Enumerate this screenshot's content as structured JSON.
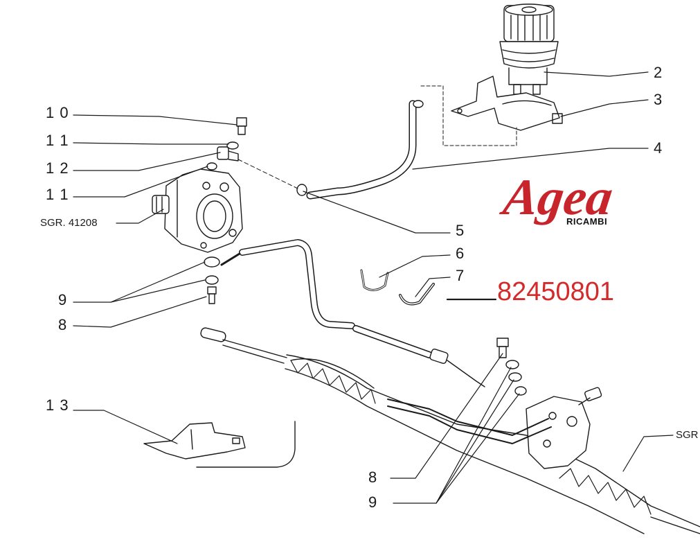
{
  "callouts": {
    "c10": "1 0",
    "c11a": "1 1",
    "c12": "1 2",
    "c11b": "1 1",
    "sgr41208": "SGR. 41208",
    "c9a": "9",
    "c8a": "8",
    "c13": "1 3",
    "c2": "2",
    "c3": "3",
    "c4": "4",
    "c5": "5",
    "c6": "6",
    "c7": "7",
    "c8b": "8",
    "c9b": "9",
    "sgr": "SGR"
  },
  "part_number": "82450801",
  "logo": {
    "name": "Agea",
    "tagline": "RICAMBI"
  },
  "colors": {
    "line": "#1a1a1a",
    "accent": "#d42a2a",
    "logo": "#c8242b"
  }
}
